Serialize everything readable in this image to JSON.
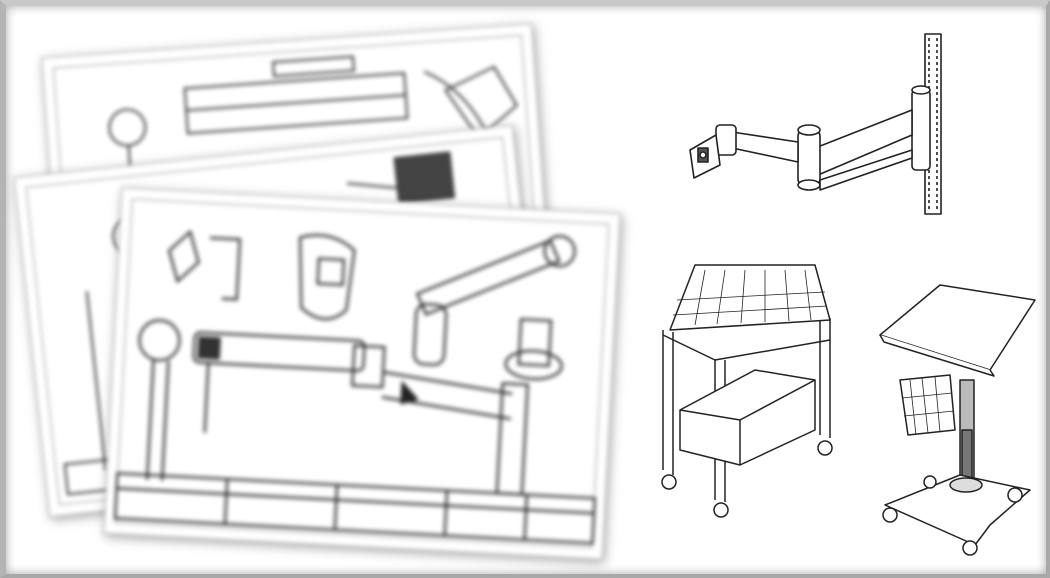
{
  "scene": {
    "description_visible_text": [],
    "colors": {
      "background": "#ffffff",
      "line": "#333333",
      "sheet_border": "#999999",
      "frame": "#b4b4b4"
    }
  },
  "drawings": {
    "sheets": [
      "sheet-back",
      "sheet-middle",
      "sheet-front"
    ],
    "illustrations": [
      "monitor-wall-arm",
      "basket-cart",
      "mobile-laptop-stand"
    ]
  }
}
